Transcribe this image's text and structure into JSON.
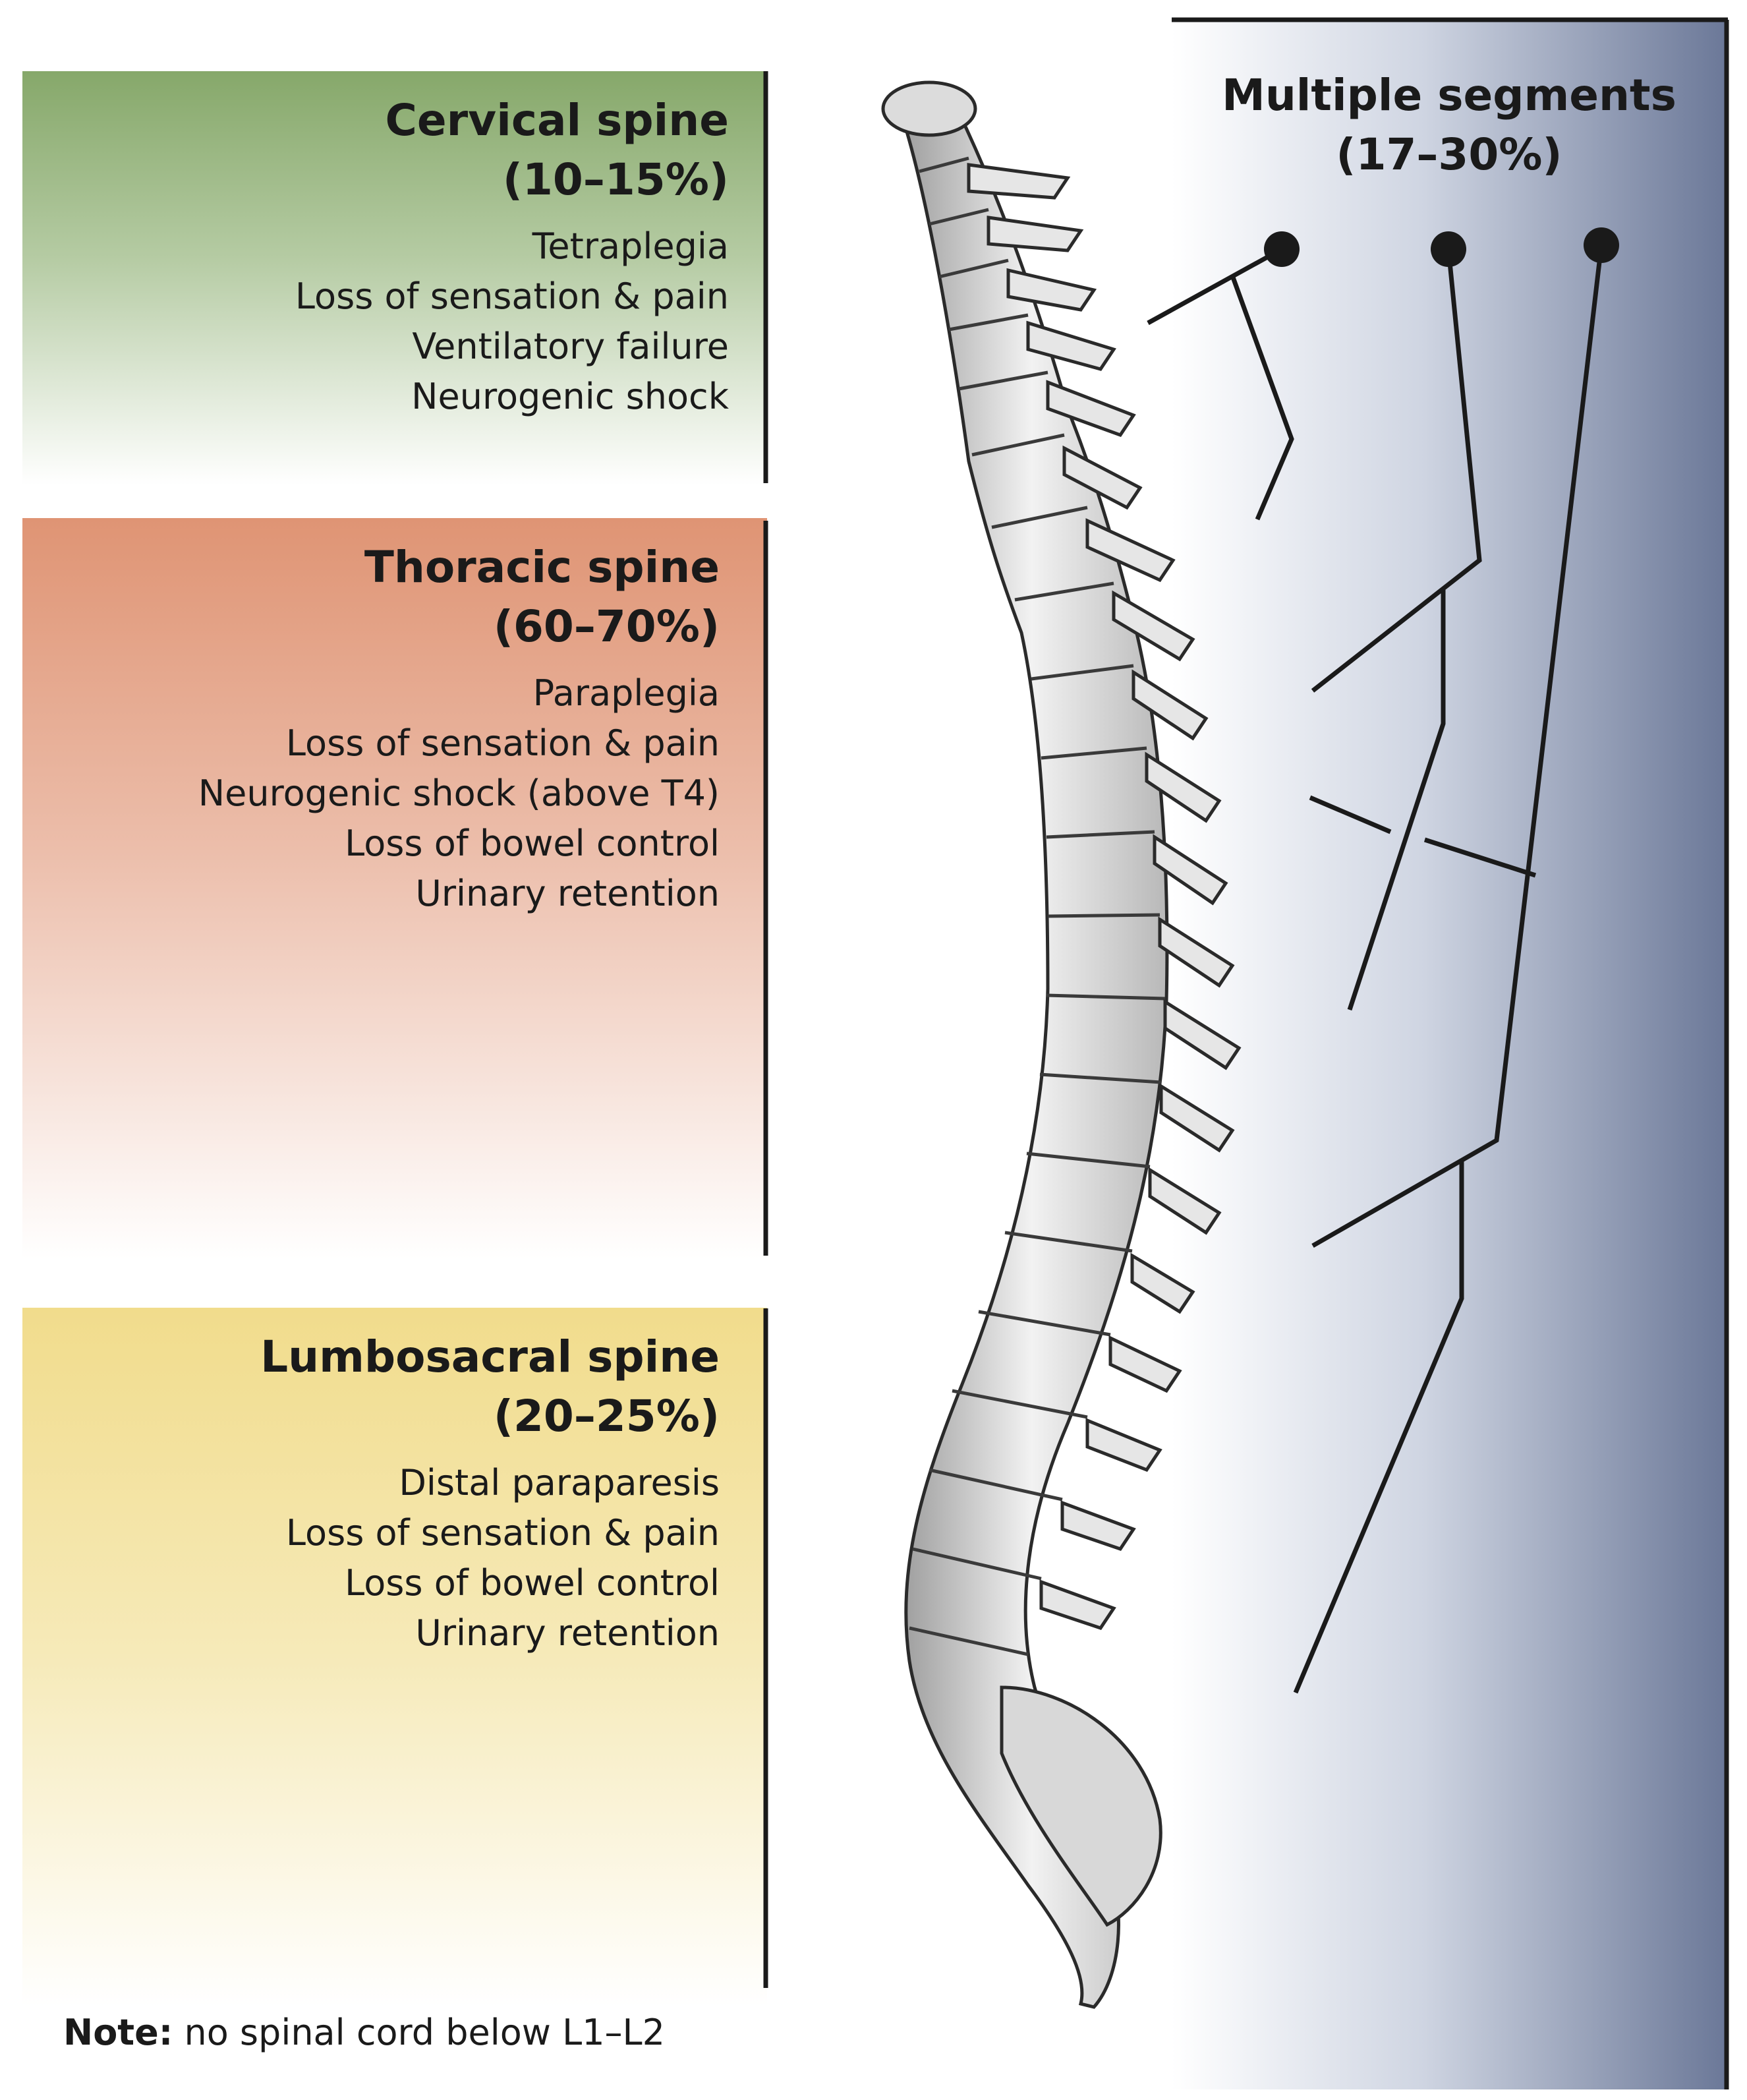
{
  "regions": {
    "cervical": {
      "title": "Cervical spine",
      "percent": "(10–15%)",
      "items": [
        "Tetraplegia",
        "Loss of sensation & pain",
        "Ventilatory failure",
        "Neurogenic shock"
      ],
      "color": "#86a86a"
    },
    "thoracic": {
      "title": "Thoracic spine",
      "percent": "(60–70%)",
      "items": [
        "Paraplegia",
        "Loss of sensation & pain",
        "Neurogenic shock (above T4)",
        "Loss of bowel control",
        "Urinary retention"
      ],
      "color": "#df9474"
    },
    "lumbosacral": {
      "title": "Lumbosacral spine",
      "percent": "(20–25%)",
      "items": [
        "Distal paraparesis",
        "Loss of sensation & pain",
        "Loss of bowel control",
        "Urinary retention"
      ],
      "color": "#f1dc8c"
    },
    "multiple": {
      "title": "Multiple segments",
      "percent": "(17–30%)",
      "color": "#6b7898"
    }
  },
  "note": {
    "label": "Note:",
    "text": " no spinal cord below L1–L2"
  },
  "icons": {
    "spine": "spine-illustration-icon",
    "pins": [
      "segment-pin-icon",
      "segment-pin-icon",
      "segment-pin-icon"
    ]
  }
}
